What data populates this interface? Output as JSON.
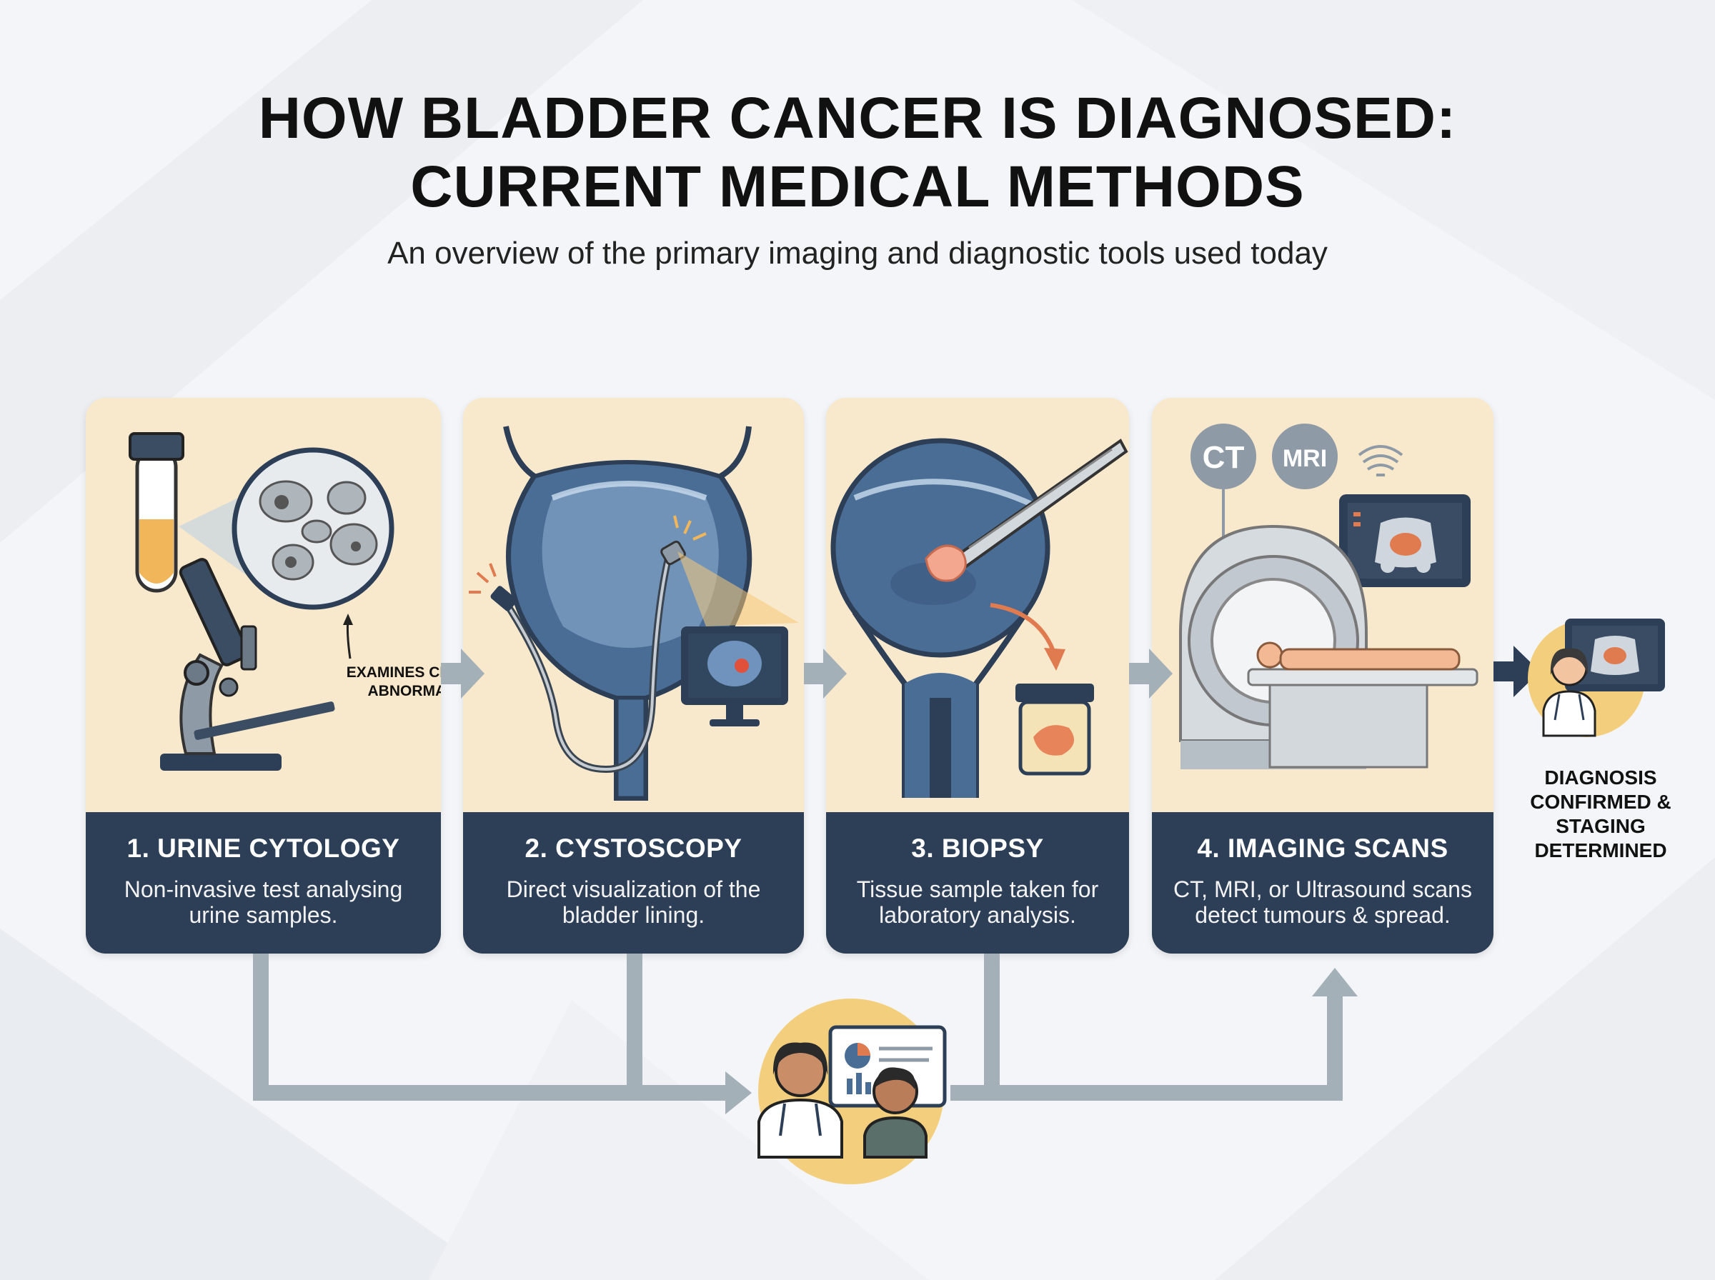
{
  "header": {
    "title_line1": "HOW BLADDER CANCER IS DIAGNOSED:",
    "title_line2": "CURRENT MEDICAL METHODS",
    "subtitle": "An overview of the primary imaging and diagnostic tools used today"
  },
  "steps": [
    {
      "title": "1. URINE CYTOLOGY",
      "description": "Non-invasive test analysing urine samples.",
      "callout": "EXAMINES CELLS FOR ABNORMALITIES"
    },
    {
      "title": "2. CYSTOSCOPY",
      "description": "Direct visualization of the bladder lining."
    },
    {
      "title": "3. BIOPSY",
      "description": "Tissue sample taken for laboratory analysis."
    },
    {
      "title": "4. IMAGING SCANS",
      "description": "CT, MRI, or Ultrasound scans detect tumours & spread.",
      "badges": [
        "CT",
        "MRI"
      ]
    }
  ],
  "outcome": {
    "text": "DIAGNOSIS CONFIRMED & STAGING DETERMINED"
  },
  "colors": {
    "card_bg": "#f8e8cc",
    "band_bg": "#2d3e57",
    "bladder_blue": "#4a6d96",
    "arrow_gray": "#a3b0b8",
    "accent_orange": "#e07a4f",
    "circle_yellow": "#f3cf7d"
  }
}
